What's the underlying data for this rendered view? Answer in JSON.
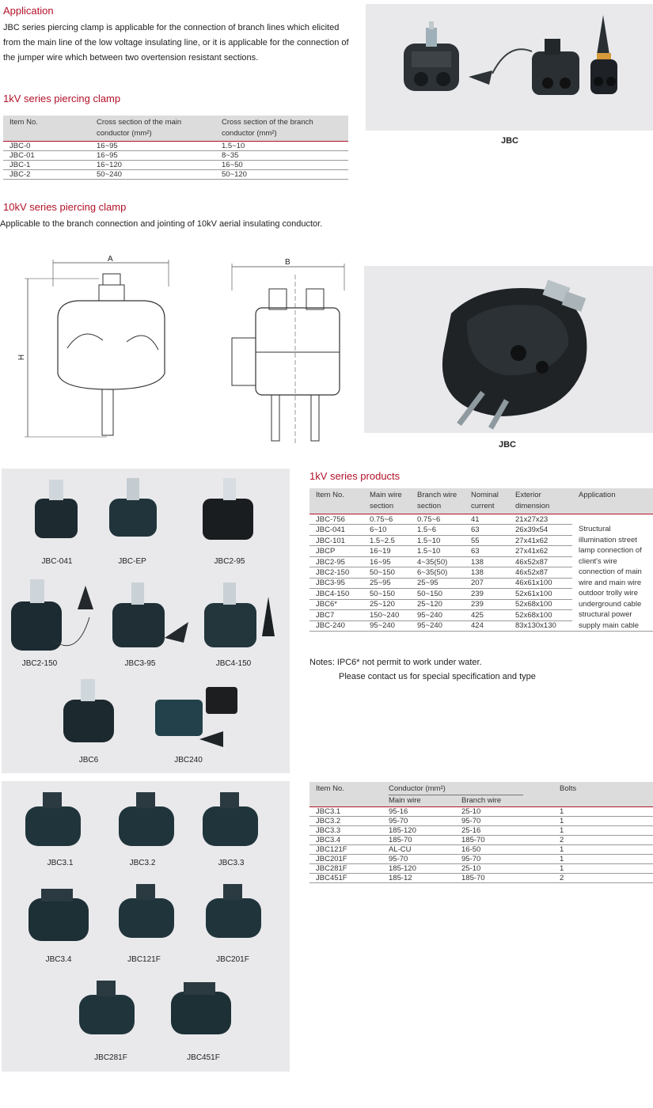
{
  "application": {
    "title": "Application",
    "text": "JBC series piercing clamp is applicable for the connection of branch lines which elicited from the main line of the low voltage insulating line, or it is applicable for the connection of the jumper wire which between two overtension resistant sections."
  },
  "series1kv": {
    "title": "1kV series piercing clamp",
    "headers": [
      "Item No.",
      "Cross section of the main conductor (mm²)",
      "Cross section of the branch conductor (mm²)"
    ],
    "rows": [
      [
        "JBC-0",
        "16~95",
        "1.5~10"
      ],
      [
        "JBC-01",
        "16~95",
        "8~35"
      ],
      [
        "JBC-1",
        "16~120",
        "16~50"
      ],
      [
        "JBC-2",
        "50~240",
        "50~120"
      ]
    ]
  },
  "series10kv": {
    "title": "10kV series piercing clamp",
    "text": "Applicable to the branch connection and jointing of 10kV aerial insulating conductor."
  },
  "drawing": {
    "dim_a": "A",
    "dim_b": "B",
    "dim_h": "H"
  },
  "captions": {
    "top_photo": "JBC",
    "mid_photo": "JBC"
  },
  "products1kv": {
    "title": "1kV series products",
    "headers": [
      "Item No.",
      "Main wire section",
      "Branch wire section",
      "Nominal current",
      "Exterior dimension",
      "Application"
    ],
    "rows": [
      [
        "JBC-756",
        "0.75~6",
        "0.75~6",
        "41",
        "21x27x23"
      ],
      [
        "JBC-041",
        "6~10",
        "1.5~6",
        "63",
        "26x39x54"
      ],
      [
        "JBC-101",
        "1.5~2.5",
        "1.5~10",
        "55",
        "27x41x62"
      ],
      [
        "JBCP",
        "16~19",
        "1.5~10",
        "63",
        "27x41x62"
      ],
      [
        "JBC2-95",
        "16~95",
        "4~35(50)",
        "138",
        "46x52x87"
      ],
      [
        "JBC2-150",
        "50~150",
        "6~35(50)",
        "138",
        "46x52x87"
      ],
      [
        "JBC3-95",
        "25~95",
        "25~95",
        "207",
        "46x61x100"
      ],
      [
        "JBC4-150",
        "50~150",
        "50~150",
        "239",
        "52x61x100"
      ],
      [
        "JBC6*",
        "25~120",
        "25~120",
        "239",
        "52x68x100"
      ],
      [
        "JBC7",
        "150~240",
        "95~240",
        "425",
        "52x68x100"
      ],
      [
        "JBC-240",
        "95~240",
        "95~240",
        "424",
        "83x130x130"
      ]
    ],
    "application_text": "Structural illumination street lamp connection of client's wire connection of main wire and main wire outdoor trolly wire underground cable structural power supply main cable",
    "notes_1": "Notes: IPC6* not permit to work under water.",
    "notes_2": "Please contact us for special specification and type"
  },
  "products_panel_1": [
    "JBC-041",
    "JBC-EP",
    "JBC2-95",
    "JBC2-150",
    "JBC3-95",
    "JBC4-150",
    "JBC6",
    "JBC240"
  ],
  "products_panel_2": [
    "JBC3.1",
    "JBC3.2",
    "JBC3.3",
    "JBC3.4",
    "JBC121F",
    "JBC201F",
    "JBC281F",
    "JBC451F"
  ],
  "jbc3": {
    "headers": {
      "item": "Item No.",
      "conductor": "Conductor (mm²)",
      "main": "Main wire",
      "branch": "Branch wire",
      "bolts": "Bolts"
    },
    "rows": [
      [
        "JBC3.1",
        "95-16",
        "25-10",
        "1"
      ],
      [
        "JBC3.2",
        "95-70",
        "95-70",
        "1"
      ],
      [
        "JBC3.3",
        "185-120",
        "25-16",
        "1"
      ],
      [
        "JBC3.4",
        "185-70",
        "185-70",
        "2"
      ],
      [
        "JBC121F",
        "AL-CU",
        "16-50",
        "1"
      ],
      [
        "JBC201F",
        "95-70",
        "95-70",
        "1"
      ],
      [
        "JBC281F",
        "185-120",
        "25-10",
        "1"
      ],
      [
        "JBC451F",
        "185-12",
        "185-70",
        "2"
      ]
    ]
  }
}
